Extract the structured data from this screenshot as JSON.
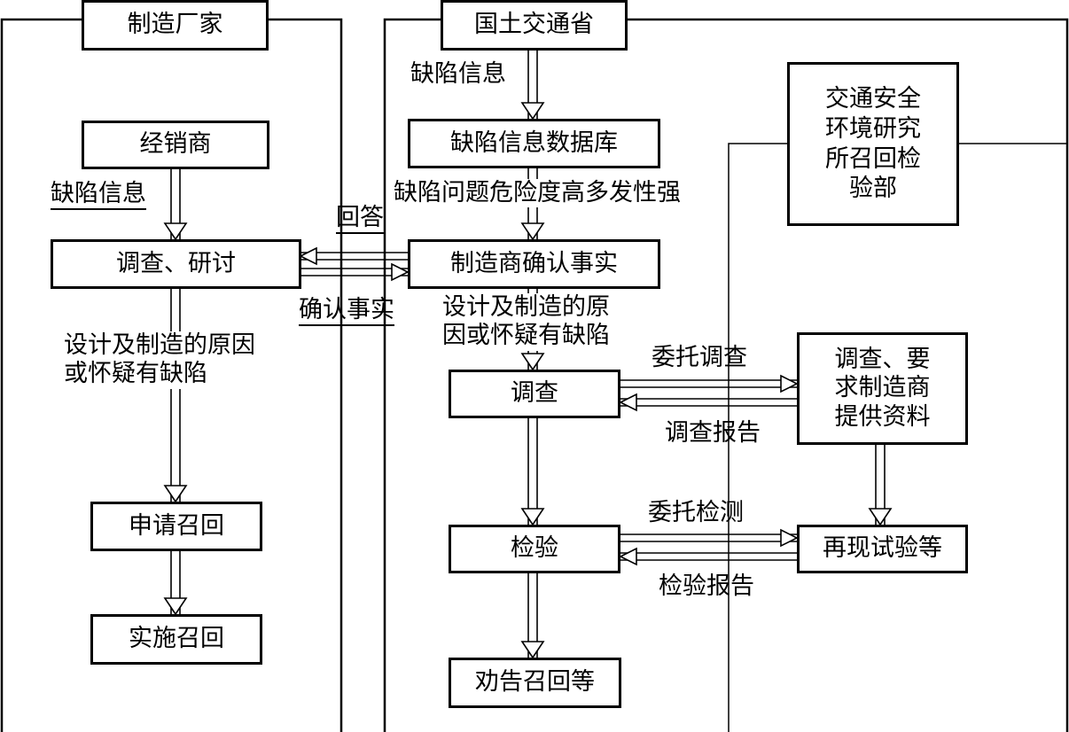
{
  "manufacturer": {
    "title": "制造厂家",
    "dealer": "经销商",
    "defect_info": "缺陷信息",
    "investigate": "调查、研讨",
    "cause": "设计及制造的原因\n或怀疑有缺陷",
    "apply_recall": "申请召回",
    "implement_recall": "实施召回"
  },
  "exchange": {
    "reply": "回答",
    "confirm": "确认事实"
  },
  "ministry": {
    "title": "国土交通省",
    "defect_info": "缺陷信息",
    "database": "缺陷信息数据库",
    "risk": "缺陷问题危险度高多发性强",
    "confirm_facts": "制造商确认事实",
    "cause": "设计及制造的原\n因或怀疑有缺陷",
    "investigation": "调查",
    "inspection": "检验",
    "advise_recall": "劝告召回等",
    "entrust_investigation": "委托调查",
    "investigation_report": "调查报告",
    "entrust_testing": "委托检测",
    "inspection_report": "检验报告"
  },
  "institute": {
    "name": "交通安全\n环境研究\n所召回检\n验部",
    "investigate_request": "调查、要\n求制造商\n提供资料",
    "reproduce_test": "再现试验等"
  }
}
